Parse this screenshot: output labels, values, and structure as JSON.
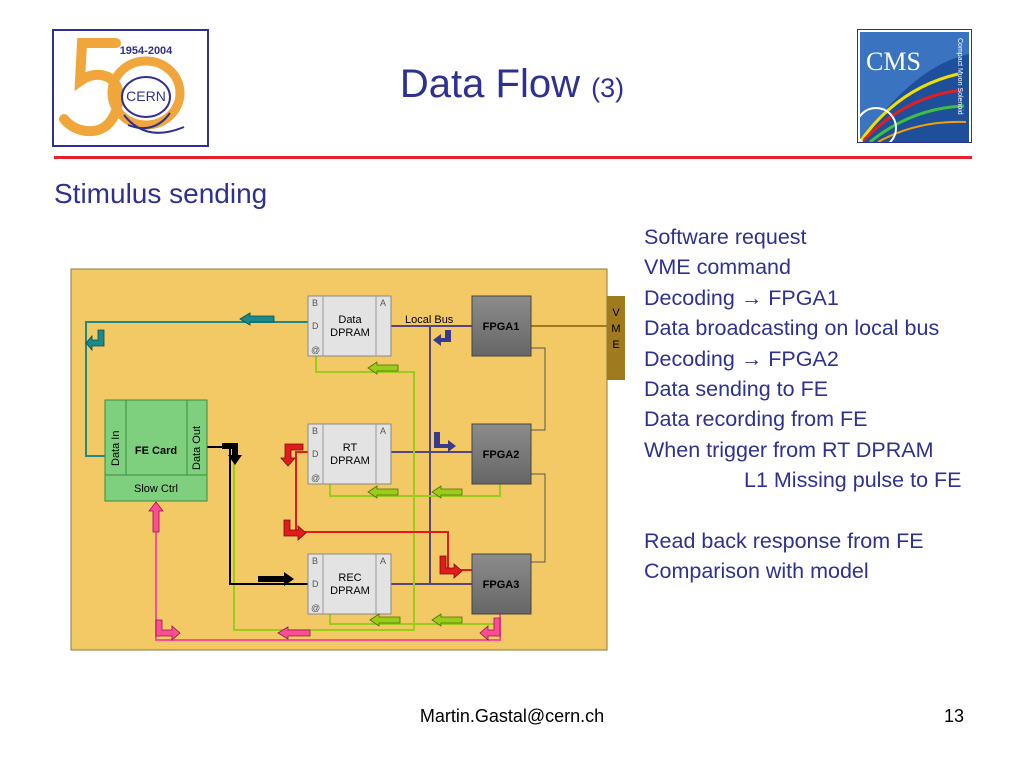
{
  "slide": {
    "title": "Data Flow",
    "title_suffix": "(3)",
    "heading": "Stimulus sending",
    "footer_email": "Martin.Gastal@cern.ch",
    "page_number": "13"
  },
  "logos": {
    "left": {
      "years": "1954-2004",
      "name": "CERN"
    },
    "right": {
      "name": "CMS",
      "caption": "Compact Muon Solenoid"
    }
  },
  "steps": [
    "Software request",
    "VME command",
    "Decoding → FPGA1",
    "Data broadcasting on local bus",
    "Decoding → FPGA2",
    "Data sending to FE",
    "Data recording from FE",
    "When trigger from RT DPRAM",
    "L1 Missing pulse to FE",
    "",
    "Read back response from FE",
    "Comparison with model"
  ],
  "diagram": {
    "vme_letters": [
      "V",
      "M",
      "E"
    ],
    "local_bus_label": "Local Bus",
    "fe_card": {
      "title": "FE Card",
      "data_in": "Data In",
      "data_out": "Data Out",
      "slow_ctrl": "Slow Ctrl"
    },
    "dprams": [
      {
        "line1": "Data",
        "line2": "DPRAM"
      },
      {
        "line1": "RT",
        "line2": "DPRAM"
      },
      {
        "line1": "REC",
        "line2": "DPRAM"
      }
    ],
    "ports": {
      "b": "B",
      "d": "D",
      "addr": "@",
      "a": "A"
    },
    "fpgas": [
      "FPGA1",
      "FPGA2",
      "FPGA3"
    ],
    "colors": {
      "board": "#f2c965",
      "teal": "#1a8a8a",
      "lime": "#9acd1a",
      "pink": "#ff4d94",
      "red": "#e31b1b",
      "navy": "#3a3a8c",
      "black": "#000000",
      "bus": "#54467f",
      "vme": "#a07a1e",
      "fpga": "#7a7a7a",
      "dpram": "#e3e3e3",
      "fecard": "#7ed07e"
    }
  }
}
